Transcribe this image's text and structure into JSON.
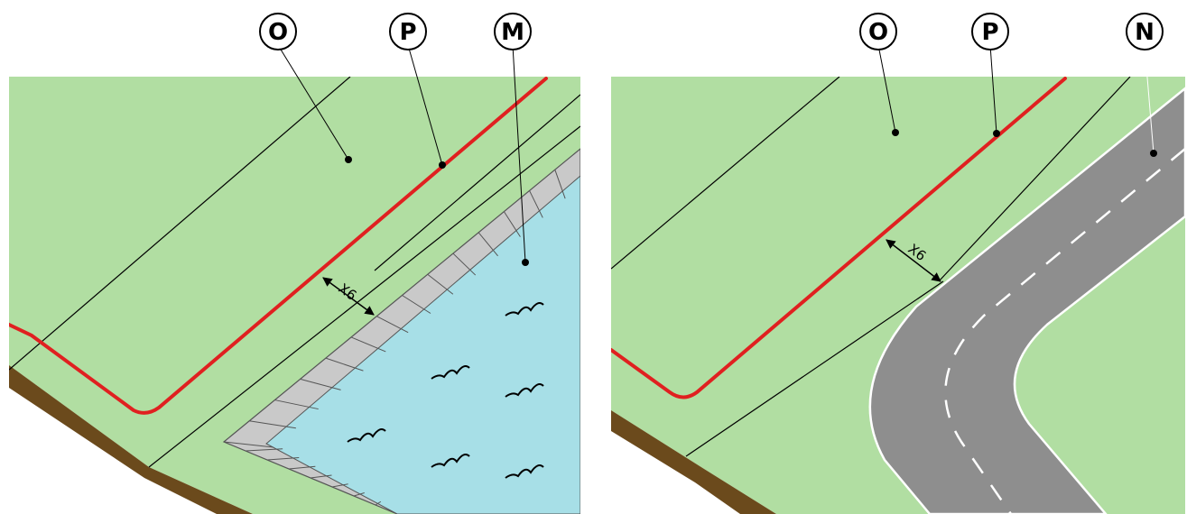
{
  "colors": {
    "grass": "#b1dea2",
    "water": "#a7dfe7",
    "paving": "#c9c9c9",
    "paving_line": "#555555",
    "road": "#8e8e8e",
    "soil": "#6b4a1c",
    "boundary": "#e02020",
    "line": "#000000"
  },
  "left_panel": {
    "callouts": [
      {
        "letter": "O"
      },
      {
        "letter": "P"
      },
      {
        "letter": "M"
      }
    ],
    "dimension_label": "X6"
  },
  "right_panel": {
    "callouts": [
      {
        "letter": "O"
      },
      {
        "letter": "P"
      },
      {
        "letter": "N"
      }
    ],
    "dimension_label": "X6"
  }
}
